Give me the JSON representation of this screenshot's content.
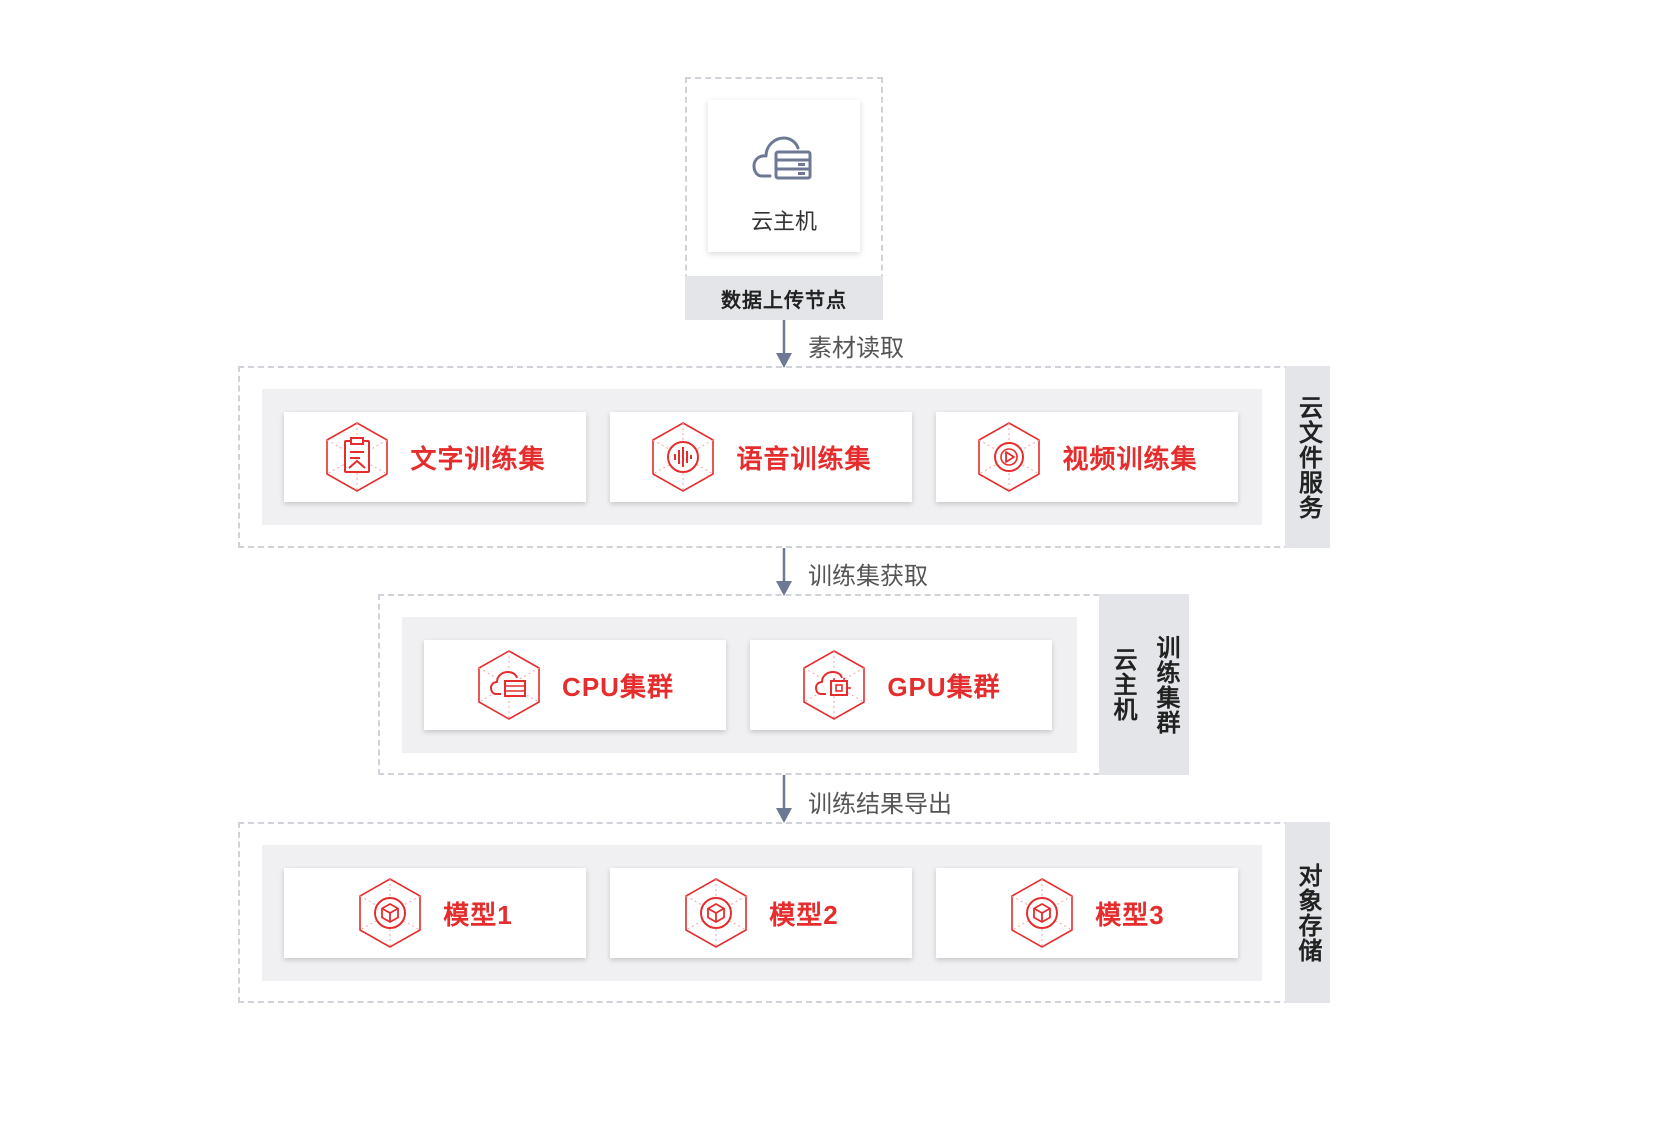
{
  "upload_node": {
    "host_label": "云主机",
    "node_label": "数据上传节点",
    "icon": "cloud-server-icon"
  },
  "arrows": [
    {
      "label": "素材读取"
    },
    {
      "label": "训练集获取"
    },
    {
      "label": "训练结果导出"
    }
  ],
  "cloud_file_service": {
    "side_label": "云文件服务",
    "items": [
      {
        "label": "文字训练集",
        "icon": "text-dataset-icon"
      },
      {
        "label": "语音训练集",
        "icon": "audio-dataset-icon"
      },
      {
        "label": "视频训练集",
        "icon": "video-dataset-icon"
      }
    ]
  },
  "training_cluster": {
    "side_label_col1": "训练集群",
    "side_label_col2": "云主机",
    "items": [
      {
        "label": "CPU集群",
        "icon": "cpu-cluster-icon"
      },
      {
        "label": "GPU集群",
        "icon": "gpu-cluster-icon"
      }
    ]
  },
  "object_storage": {
    "side_label": "对象存储",
    "items": [
      {
        "label": "模型1",
        "icon": "model-cube-icon"
      },
      {
        "label": "模型2",
        "icon": "model-cube-icon"
      },
      {
        "label": "模型3",
        "icon": "model-cube-icon"
      }
    ]
  },
  "colors": {
    "accent": "#e62d2d",
    "arrow": "#6d7894",
    "panel": "#f0f0f2",
    "label_bg": "#e4e5e9"
  }
}
